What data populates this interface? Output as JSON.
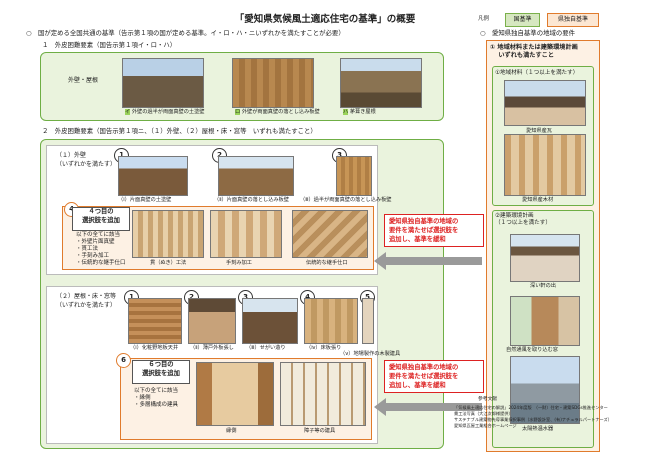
{
  "title": "「愛知県気候風土適応住宅の基準」の概要",
  "legend": {
    "label": "凡例",
    "standard": "国基準",
    "prefecture": "県独自基準"
  },
  "left": {
    "heading": "○　国が定める全国共通の基準（告示第１項の国が定める基準。イ・ロ・ハ・ニいずれかを満たすことが必要）",
    "s1": "１　外皮困難要素（国告示第１項イ・ロ・ハ）",
    "s1_row_label": "外壁・屋根",
    "s1_caps": [
      "外壁の過半が両面真壁の土塗壁",
      "外壁が両面真壁の落とし込み板壁",
      "茅葺き屋根"
    ],
    "s1_marks": [
      "イ",
      "ロ",
      "ハ"
    ],
    "s2": "２　外皮困難要素（国告示第１項ニ、（１）外壁、（２）屋根・床・窓等　いずれも満たすこと）",
    "wall_title": "（１）外壁",
    "wall_sub": "（いずれかを満たす）",
    "wall_nums": [
      "1",
      "2",
      "3"
    ],
    "wall_caps": [
      "（ⅰ）片面真壁の土塗壁",
      "（ⅱ）片面真壁の落とし込み板壁",
      "（ⅲ）過半が両面真壁の落とし込み板壁"
    ],
    "opt4_num": "4",
    "opt4_title": "４つ目の\n選択肢を追加",
    "opt4_items": [
      "以下の全てに該当",
      "・外壁片面真壁",
      "・貫工法",
      "・手刻み加工",
      "・伝統的な継手仕口"
    ],
    "opt4_caps": [
      "貫（ぬき）工法",
      "手刻み加工",
      "伝統的な継手仕口"
    ],
    "roof_title": "（２）屋根・床・窓等",
    "roof_sub": "（いずれかを満たす）",
    "roof_nums": [
      "1",
      "2",
      "3",
      "4",
      "5"
    ],
    "roof_caps": [
      "（ⅰ）化粧野地板天井",
      "（ⅱ）薄戸外板張し",
      "（ⅲ）せがい造り",
      "（ⅳ）床板張り",
      "（ⅴ）地場製作の木製建具"
    ],
    "opt6_num": "6",
    "opt6_title": "６つ目の\n選択肢を追加",
    "opt6_items": [
      "以下の全てに該当",
      "・縁側",
      "・多層構成の建具"
    ],
    "opt6_caps": [
      "縁側",
      "障子等の建具"
    ],
    "note1": "愛知県独自基準の地域の\n要件を満たせば選択肢を\n追加し、基準を緩和",
    "note2": "愛知県独自基準の地域の\n要件を満たせば選択肢を\n追加し、基準を緩和"
  },
  "right": {
    "heading": "○　愛知県独自基準の地域の要件",
    "box1_title": "① 地域材料または建築環境計画\n　 いずれも満たすこと",
    "sub1": "①地域材料（１つ以上を満たす）",
    "sub1_caps": [
      "愛知県産瓦",
      "愛知県産木材"
    ],
    "sub2": "②建築環境計画\n（１つ以上を満たす）",
    "sub2_caps": [
      "深い軒の出",
      "自然通風を取り込む窓",
      "太陽熱温水器"
    ]
  },
  "refs": {
    "heading": "参考文献",
    "lines": [
      "「気候風土適応住宅の解説」2024年度版　（一財）住宅・建築SDGs推進センター",
      "貫工法写真（大江次郎様提供）",
      "サステナブル建築物先導事業採択事例（水野設計室、(有)ナチュラルパートナーズ）",
      "愛知県瓦屋工業組合ホームページ"
    ]
  },
  "colors": {
    "standard_green": "#6fae45",
    "prefecture_orange": "#e07b2c",
    "note_red": "#dd2222"
  }
}
